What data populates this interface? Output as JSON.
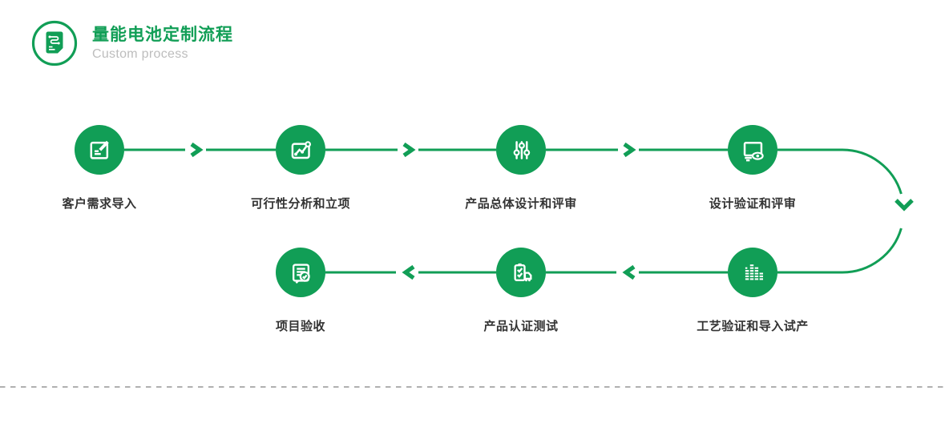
{
  "header": {
    "title": "量能电池定制流程",
    "subtitle": "Custom process",
    "icon": "process-flow-document-icon"
  },
  "flow": {
    "steps": [
      {
        "label": "客户需求导入",
        "icon": "edit-note-icon"
      },
      {
        "label": "可行性分析和立项",
        "icon": "trend-chart-icon"
      },
      {
        "label": "产品总体设计和评审",
        "icon": "sliders-icon"
      },
      {
        "label": "设计验证和评审",
        "icon": "monitor-eye-icon"
      },
      {
        "label": "工艺验证和导入试产",
        "icon": "equalizer-bars-icon"
      },
      {
        "label": "产品认证测试",
        "icon": "checklist-truck-icon"
      },
      {
        "label": "项目验收",
        "icon": "document-check-icon"
      }
    ]
  },
  "colors": {
    "accent_green": "#119e56",
    "label_text": "#333333",
    "subtitle_text": "#bdbdbd",
    "dashed_divider": "#b0b0b0"
  }
}
